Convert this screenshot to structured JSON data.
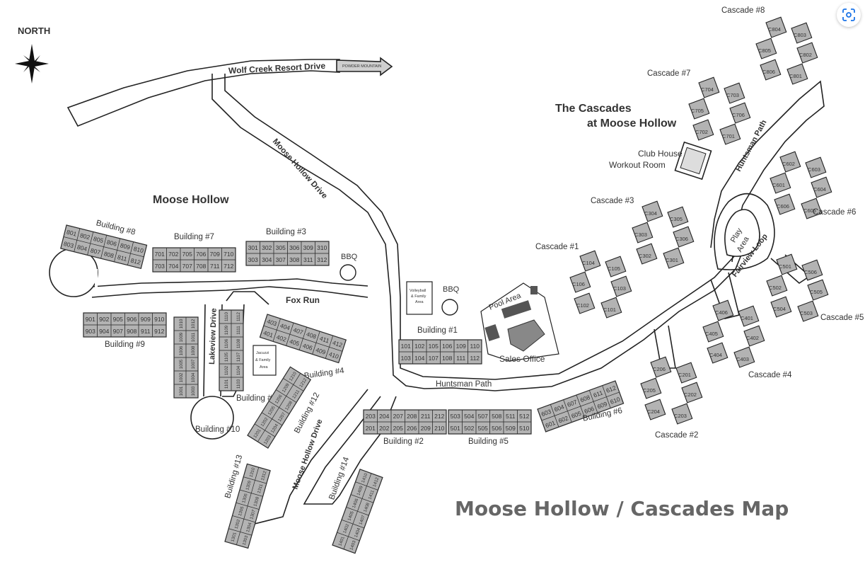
{
  "map": {
    "north": "NORTH",
    "main_title": "Moose Hollow / Cascades Map",
    "area_moose": "Moose Hollow",
    "area_cascades_1": "The Cascades",
    "area_cascades_2": "at Moose Hollow",
    "club_house": "Club House",
    "workout_room": "Workout Room",
    "powder_mountain": "POWDER MOUNTAIN",
    "bbq": "BBQ",
    "volleyball": [
      "Volleyball",
      "& Family",
      "Area"
    ],
    "jacuzzi": [
      "Jacuzzi",
      "& Family",
      "Area"
    ],
    "pool_area": "Pool Area",
    "sales_office": "Sales Office",
    "play_area": [
      "Play",
      "Area"
    ]
  },
  "roads": {
    "wolf_creek": "Wolf Creek Resort Drive",
    "moose_hollow_upper": "Moose Hollow Drive",
    "moose_hollow_lower": "Moose Hollow Drive",
    "fox_run": "Fox Run",
    "lakeview": "Lakeview Drive",
    "huntsman_lower": "Huntsman Path",
    "huntsman_upper": "Huntsman Path",
    "fairview": "Fairview Loop"
  },
  "buildings": {
    "b1": {
      "label": "Building #1",
      "units": [
        [
          "101",
          "102",
          "105",
          "106",
          "109",
          "110"
        ],
        [
          "103",
          "104",
          "107",
          "108",
          "111",
          "112"
        ]
      ]
    },
    "b2": {
      "label": "Building #2",
      "units": [
        [
          "203",
          "204",
          "207",
          "208",
          "211",
          "212"
        ],
        [
          "201",
          "202",
          "205",
          "206",
          "209",
          "210"
        ]
      ]
    },
    "b3": {
      "label": "Building #3",
      "units": [
        [
          "301",
          "302",
          "305",
          "306",
          "309",
          "310"
        ],
        [
          "303",
          "304",
          "307",
          "308",
          "311",
          "312"
        ]
      ]
    },
    "b4": {
      "label": "Building #4",
      "units": [
        [
          "403",
          "404",
          "407",
          "408",
          "411",
          "412"
        ],
        [
          "401",
          "402",
          "405",
          "406",
          "409",
          "410"
        ]
      ]
    },
    "b5": {
      "label": "Building #5",
      "units": [
        [
          "503",
          "504",
          "507",
          "508",
          "511",
          "512"
        ],
        [
          "501",
          "502",
          "505",
          "506",
          "509",
          "510"
        ]
      ]
    },
    "b6": {
      "label": "Building #6",
      "units": [
        [
          "603",
          "604",
          "607",
          "608",
          "611",
          "612"
        ],
        [
          "601",
          "602",
          "605",
          "606",
          "609",
          "610"
        ]
      ]
    },
    "b7": {
      "label": "Building #7",
      "units": [
        [
          "701",
          "702",
          "705",
          "706",
          "709",
          "710"
        ],
        [
          "703",
          "704",
          "707",
          "708",
          "711",
          "712"
        ]
      ]
    },
    "b8": {
      "label": "Building #8",
      "units": [
        [
          "801",
          "802",
          "805",
          "806",
          "809",
          "810"
        ],
        [
          "803",
          "804",
          "807",
          "808",
          "811",
          "812"
        ]
      ]
    },
    "b9": {
      "label": "Building #9",
      "units": [
        [
          "901",
          "902",
          "905",
          "906",
          "909",
          "910"
        ],
        [
          "903",
          "904",
          "907",
          "908",
          "911",
          "912"
        ]
      ]
    },
    "b10": {
      "label": "Building #10",
      "units": [
        [
          "1001",
          "1002",
          "1005",
          "1006",
          "1009",
          "1010"
        ],
        [
          "1003",
          "1004",
          "1007",
          "1008",
          "1011",
          "1012"
        ]
      ]
    },
    "b11": {
      "label": "Building #11",
      "units": [
        [
          "1101",
          "1102",
          "1105",
          "1106",
          "1109",
          "1110"
        ],
        [
          "1103",
          "1104",
          "1107",
          "1108",
          "1111",
          "1112"
        ]
      ]
    },
    "b12": {
      "label": "Building #12",
      "units": [
        [
          "1201",
          "1202",
          "1205",
          "1206",
          "1209",
          "1210"
        ],
        [
          "1203",
          "1204",
          "1207",
          "1208",
          "1211",
          "1212"
        ]
      ]
    },
    "b13": {
      "label": "Building #13",
      "units": [
        [
          "1301",
          "1302",
          "1305",
          "1306",
          "1309",
          "1310"
        ],
        [
          "1303",
          "1304",
          "1307",
          "1308",
          "1311",
          "1312"
        ]
      ]
    },
    "b14": {
      "label": "Building #14",
      "units": [
        [
          "1401",
          "1402",
          "1405",
          "1406",
          "1409",
          "1410"
        ],
        [
          "1403",
          "1404",
          "1407",
          "1408",
          "1411",
          "1412"
        ]
      ]
    }
  },
  "cascades": {
    "c1": {
      "label": "Cascade #1",
      "units": [
        "C104",
        "C105",
        "C106",
        "C103",
        "C102",
        "C101"
      ]
    },
    "c2": {
      "label": "Cascade #2",
      "units": [
        "C206",
        "C201",
        "C205",
        "C202",
        "C204",
        "C203"
      ]
    },
    "c3": {
      "label": "Cascade #3",
      "units": [
        "C304",
        "C305",
        "C303",
        "C306",
        "C302",
        "C301"
      ]
    },
    "c4": {
      "label": "Cascade #4",
      "units": [
        "C406",
        "C401",
        "C405",
        "C402",
        "C404",
        "C403"
      ]
    },
    "c5": {
      "label": "Cascade #5",
      "units": [
        "C501",
        "C506",
        "C502",
        "C505",
        "C504",
        "C503"
      ]
    },
    "c6": {
      "label": "Cascade #6",
      "units": [
        "C602",
        "C603",
        "C601",
        "C604",
        "C606",
        "C605"
      ]
    },
    "c7": {
      "label": "Cascade #7",
      "units": [
        "C704",
        "C703",
        "C705",
        "C706",
        "C702",
        "C701"
      ]
    },
    "c8": {
      "label": "Cascade #8",
      "units": [
        "C804",
        "C803",
        "C805",
        "C802",
        "C806",
        "C801"
      ]
    }
  },
  "colors": {
    "unit_fill": "#b3b3b3",
    "road_stroke": "#222",
    "title_gray": "#666"
  },
  "icons": {
    "compass": "compass-rose-icon",
    "scan": "lens-scan-icon"
  }
}
